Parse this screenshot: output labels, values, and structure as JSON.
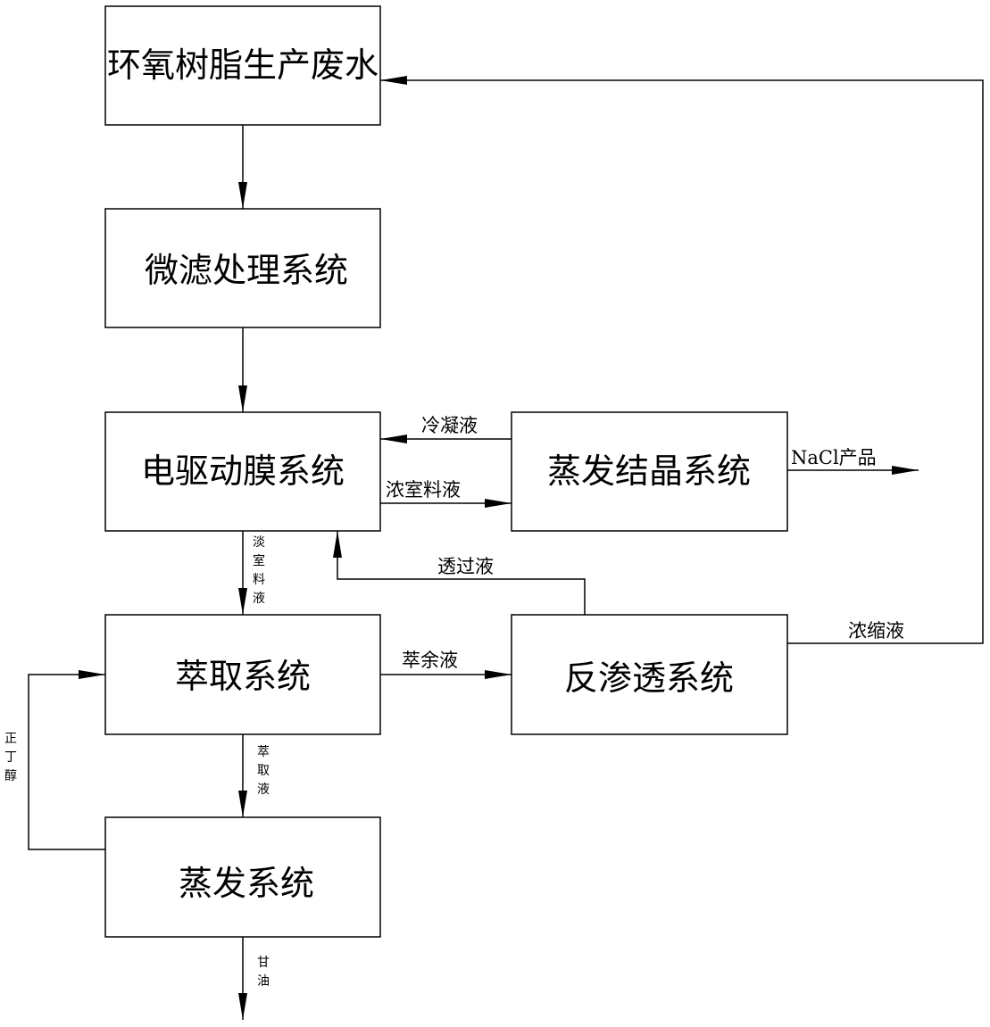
{
  "nodes": {
    "wastewater": "环氧树脂生产废水",
    "microfiltration": "微滤处理系统",
    "electrodialysis": "电驱动膜系统",
    "evap_crystal": "蒸发结晶系统",
    "extraction": "萃取系统",
    "reverse_osmosis": "反渗透系统",
    "evaporation": "蒸发系统"
  },
  "edges": {
    "condensate": "冷凝液",
    "concentrate_feed": "浓室料液",
    "nacl_product": "NaCl产品",
    "permeate": "透过液",
    "raffinate": "萃余液",
    "ro_concentrate": "浓缩液",
    "dilute_feed": [
      "淡",
      "室",
      "料",
      "液"
    ],
    "extract": [
      "萃",
      "取",
      "液"
    ],
    "butanol": [
      "正",
      "丁",
      "醇"
    ],
    "glycerol": [
      "甘",
      "油"
    ]
  }
}
